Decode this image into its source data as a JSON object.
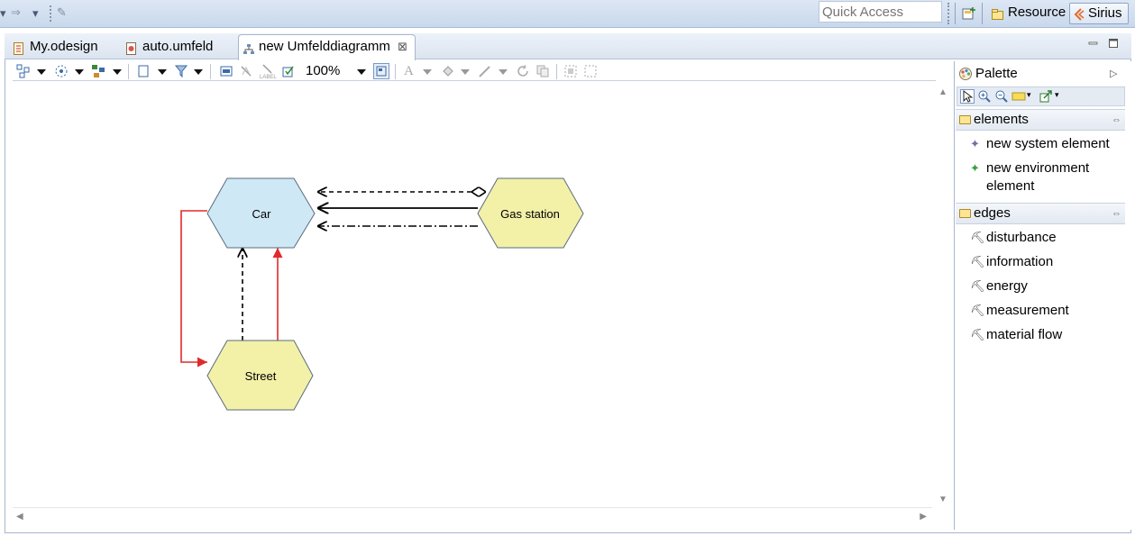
{
  "topbar": {
    "quick_access_placeholder": "Quick Access",
    "perspectives": [
      {
        "label": "Resource",
        "active": false
      },
      {
        "label": "Sirius",
        "active": true
      }
    ]
  },
  "tabs": [
    {
      "label": "My.odesign",
      "active": false
    },
    {
      "label": "auto.umfeld",
      "active": false
    },
    {
      "label": "new Umfelddiagramm",
      "active": true,
      "close_icon": "close-icon"
    }
  ],
  "diagram_toolbar": {
    "zoom": "100%"
  },
  "diagram": {
    "nodes": [
      {
        "id": "car",
        "label": "Car",
        "fill": "#cfe8f6",
        "kind": "system"
      },
      {
        "id": "gas",
        "label": "Gas station",
        "fill": "#f3f0a8",
        "kind": "environment"
      },
      {
        "id": "street",
        "label": "Street",
        "fill": "#f3f0a8",
        "kind": "environment"
      }
    ],
    "edge_color_red": "#e02a2a"
  },
  "palette": {
    "title": "Palette",
    "drawers": [
      {
        "label": "elements",
        "items": [
          {
            "label": "new system element",
            "icon": "system-element-icon"
          },
          {
            "label": "new environment element",
            "icon": "environment-element-icon"
          }
        ]
      },
      {
        "label": "edges",
        "items": [
          {
            "label": "disturbance",
            "icon": "edge-tool-icon"
          },
          {
            "label": "information",
            "icon": "edge-tool-icon"
          },
          {
            "label": "energy",
            "icon": "edge-tool-icon"
          },
          {
            "label": "measurement",
            "icon": "edge-tool-icon"
          },
          {
            "label": "material flow",
            "icon": "edge-tool-icon"
          }
        ]
      }
    ]
  }
}
